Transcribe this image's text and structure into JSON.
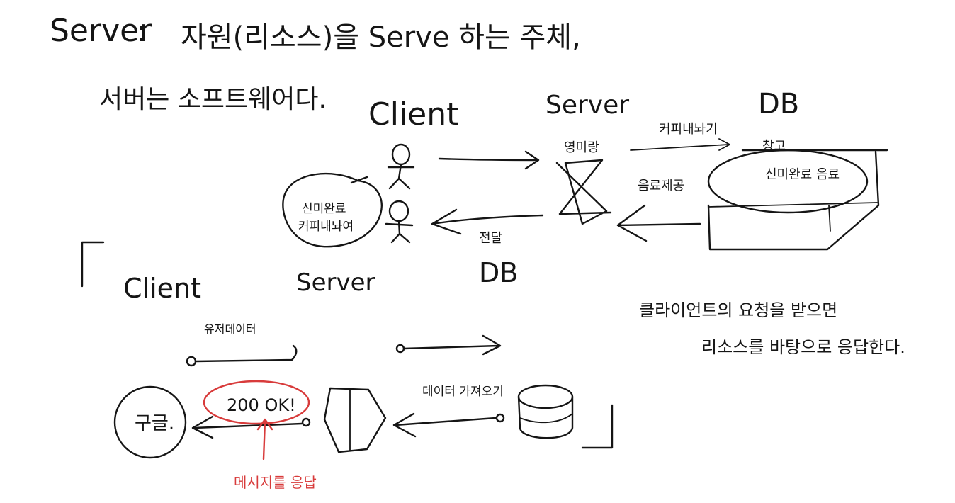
{
  "header": {
    "title_label": "Server",
    "colon": ":",
    "definition": "자원(리소스)을 Serve 하는 주체,",
    "line2": "서버는 소프트웨어다."
  },
  "diagram_top": {
    "labels": {
      "client": "Client",
      "server": "Server",
      "db": "DB"
    },
    "speech_bubble": "신미완료 커피내놔여",
    "server_note": "영미랑",
    "arrow_to_db": "커피내놔기",
    "db_top_label": "창고",
    "db_inner": "신미완료 음료",
    "return_note": "음료제공",
    "return_to_client": "전달"
  },
  "diagram_bottom": {
    "labels": {
      "client": "Client",
      "server": "Server",
      "db": "DB"
    },
    "request_label": "유저데이터",
    "client_circle": "구글.",
    "status": "200 OK!",
    "db_to_server": "데이터 가져오기",
    "red_note": "메시지를 응답",
    "side_note_line1": "클라이언트의 요청을 받으면",
    "side_note_line2": "리소스를 바탕으로 응답한다."
  },
  "colors": {
    "ink": "#151515",
    "accent_red": "#d83b3b",
    "background": "#ffffff"
  }
}
